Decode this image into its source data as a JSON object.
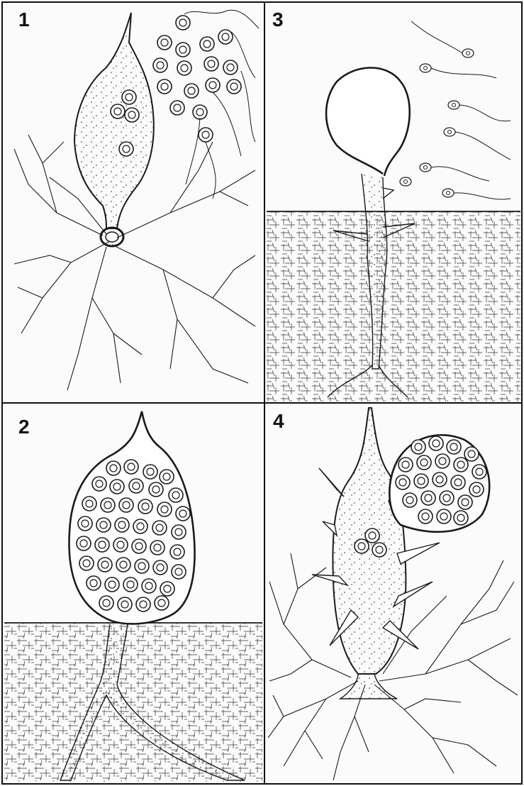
{
  "panels": [
    {
      "number": "1"
    },
    {
      "number": "2"
    },
    {
      "number": "3"
    },
    {
      "number": "4"
    }
  ],
  "colors": {
    "ink": "#1a1a1a",
    "paper": "#fbfbfb"
  }
}
